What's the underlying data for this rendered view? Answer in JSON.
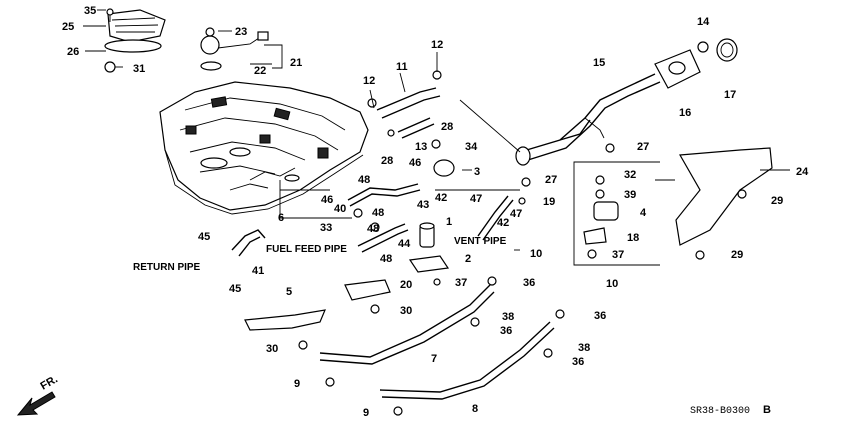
{
  "labels": {
    "return_pipe": "RETURN PIPE",
    "fuel_feed_pipe": "FUEL FEED PIPE",
    "vent_pipe": "VENT PIPE",
    "front": "FR.",
    "diagram_code": "SR38-B0300",
    "diagram_code_suffix": "B"
  },
  "callouts": [
    {
      "id": "c35",
      "text": "35"
    },
    {
      "id": "c25",
      "text": "25"
    },
    {
      "id": "c26",
      "text": "26"
    },
    {
      "id": "c31",
      "text": "31"
    },
    {
      "id": "c23",
      "text": "23"
    },
    {
      "id": "c21",
      "text": "21"
    },
    {
      "id": "c22",
      "text": "22"
    },
    {
      "id": "c12a",
      "text": "12"
    },
    {
      "id": "c11",
      "text": "11"
    },
    {
      "id": "c12b",
      "text": "12"
    },
    {
      "id": "c28a",
      "text": "28"
    },
    {
      "id": "c28b",
      "text": "28"
    },
    {
      "id": "c13",
      "text": "13"
    },
    {
      "id": "c34",
      "text": "34"
    },
    {
      "id": "c3",
      "text": "3"
    },
    {
      "id": "c46a",
      "text": "46"
    },
    {
      "id": "c42a",
      "text": "42"
    },
    {
      "id": "c48a",
      "text": "48"
    },
    {
      "id": "c46b",
      "text": "46"
    },
    {
      "id": "c40",
      "text": "40"
    },
    {
      "id": "c48b",
      "text": "48"
    },
    {
      "id": "c43",
      "text": "43"
    },
    {
      "id": "c6",
      "text": "6"
    },
    {
      "id": "c33",
      "text": "33"
    },
    {
      "id": "c48c",
      "text": "48"
    },
    {
      "id": "c1",
      "text": "1"
    },
    {
      "id": "c44",
      "text": "44"
    },
    {
      "id": "c45a",
      "text": "45"
    },
    {
      "id": "c45b",
      "text": "45"
    },
    {
      "id": "c41",
      "text": "41"
    },
    {
      "id": "c48d",
      "text": "48"
    },
    {
      "id": "c2",
      "text": "2"
    },
    {
      "id": "c37a",
      "text": "37"
    },
    {
      "id": "c20",
      "text": "20"
    },
    {
      "id": "c5",
      "text": "5"
    },
    {
      "id": "c30a",
      "text": "30"
    },
    {
      "id": "c30b",
      "text": "30"
    },
    {
      "id": "c9a",
      "text": "9"
    },
    {
      "id": "c9b",
      "text": "9"
    },
    {
      "id": "c7",
      "text": "7"
    },
    {
      "id": "c8",
      "text": "8"
    },
    {
      "id": "c47a",
      "text": "47"
    },
    {
      "id": "c47b",
      "text": "47"
    },
    {
      "id": "c42b",
      "text": "42"
    },
    {
      "id": "c27a",
      "text": "27"
    },
    {
      "id": "c19",
      "text": "19"
    },
    {
      "id": "c10a",
      "text": "10"
    },
    {
      "id": "c36a",
      "text": "36"
    },
    {
      "id": "c38a",
      "text": "38"
    },
    {
      "id": "c36b",
      "text": "36"
    },
    {
      "id": "c10b",
      "text": "10"
    },
    {
      "id": "c36c",
      "text": "36"
    },
    {
      "id": "c38b",
      "text": "38"
    },
    {
      "id": "c36d",
      "text": "36"
    },
    {
      "id": "c15",
      "text": "15"
    },
    {
      "id": "c16",
      "text": "16"
    },
    {
      "id": "c14",
      "text": "14"
    },
    {
      "id": "c17",
      "text": "17"
    },
    {
      "id": "c27b",
      "text": "27"
    },
    {
      "id": "c32",
      "text": "32"
    },
    {
      "id": "c39",
      "text": "39"
    },
    {
      "id": "c4",
      "text": "4"
    },
    {
      "id": "c18",
      "text": "18"
    },
    {
      "id": "c37b",
      "text": "37"
    },
    {
      "id": "c24",
      "text": "24"
    },
    {
      "id": "c29a",
      "text": "29"
    },
    {
      "id": "c29b",
      "text": "29"
    }
  ]
}
